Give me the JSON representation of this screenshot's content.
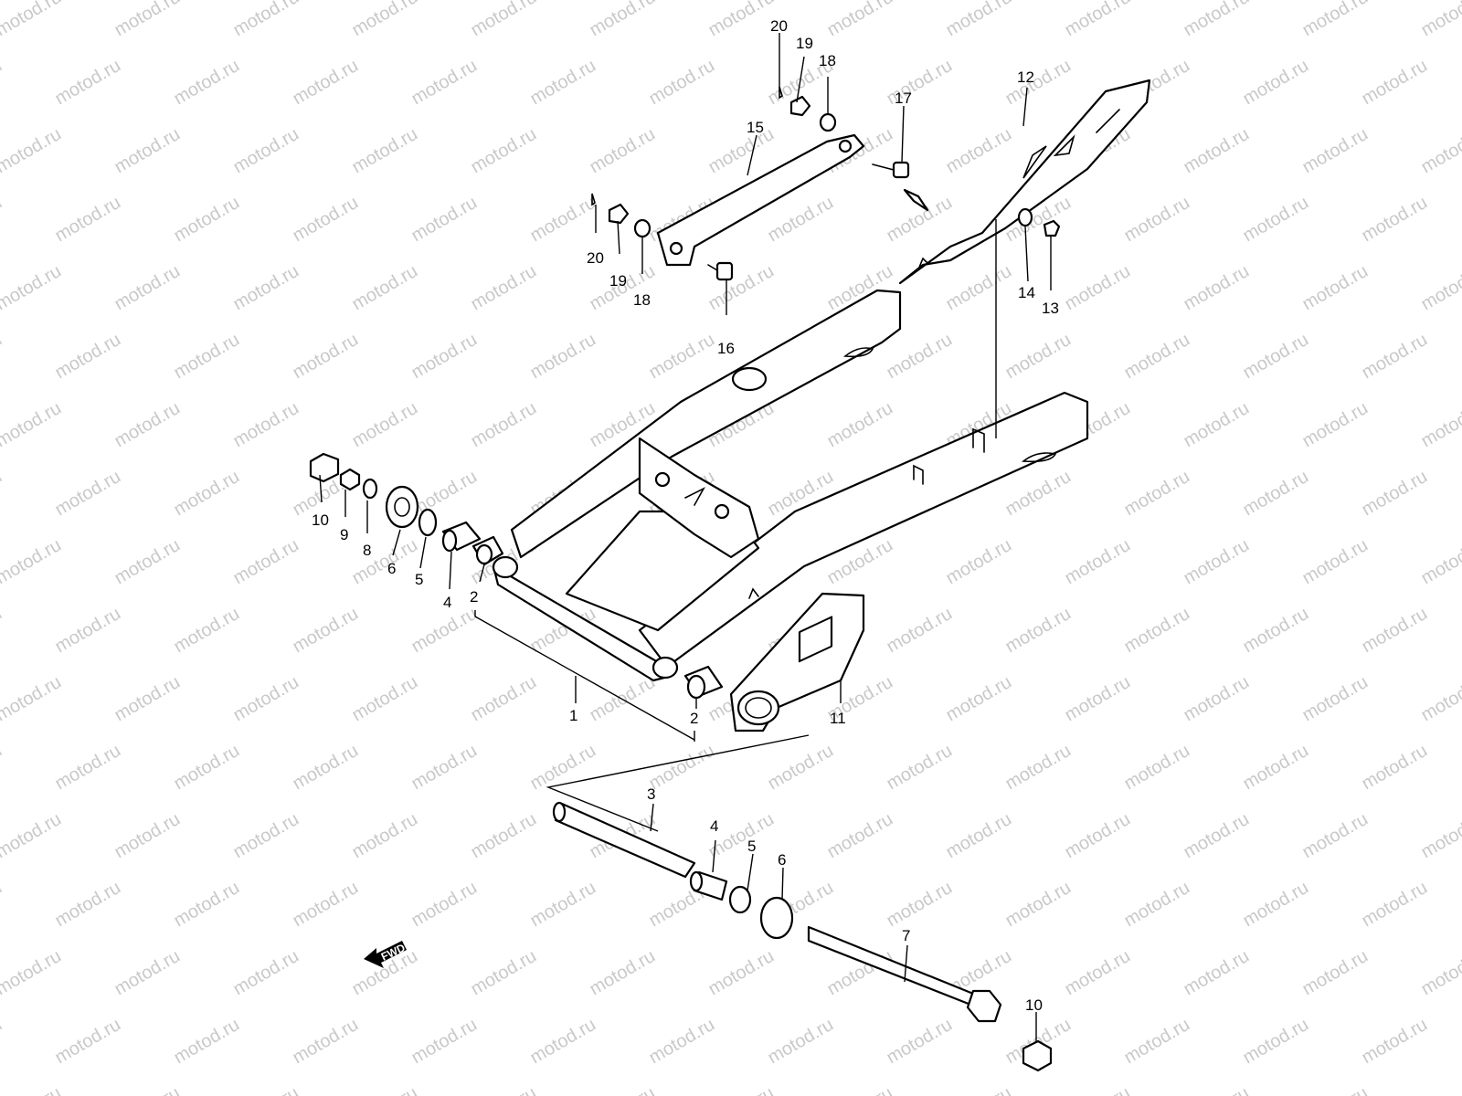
{
  "watermark": "motod.ru",
  "fwd_label": "FWD",
  "callouts": {
    "c1": "1",
    "c2a": "2",
    "c2b": "2",
    "c3": "3",
    "c4a": "4",
    "c4b": "4",
    "c5a": "5",
    "c5b": "5",
    "c6a": "6",
    "c6b": "6",
    "c7": "7",
    "c8": "8",
    "c9": "9",
    "c10a": "10",
    "c10b": "10",
    "c11": "11",
    "c12": "12",
    "c13": "13",
    "c14": "14",
    "c15": "15",
    "c16": "16",
    "c17": "17",
    "c18a": "18",
    "c18b": "18",
    "c19a": "19",
    "c19b": "19",
    "c20a": "20",
    "c20b": "20"
  },
  "colors": {
    "line": "#000000",
    "watermark": "#c9c9c9",
    "background": "#ffffff"
  }
}
